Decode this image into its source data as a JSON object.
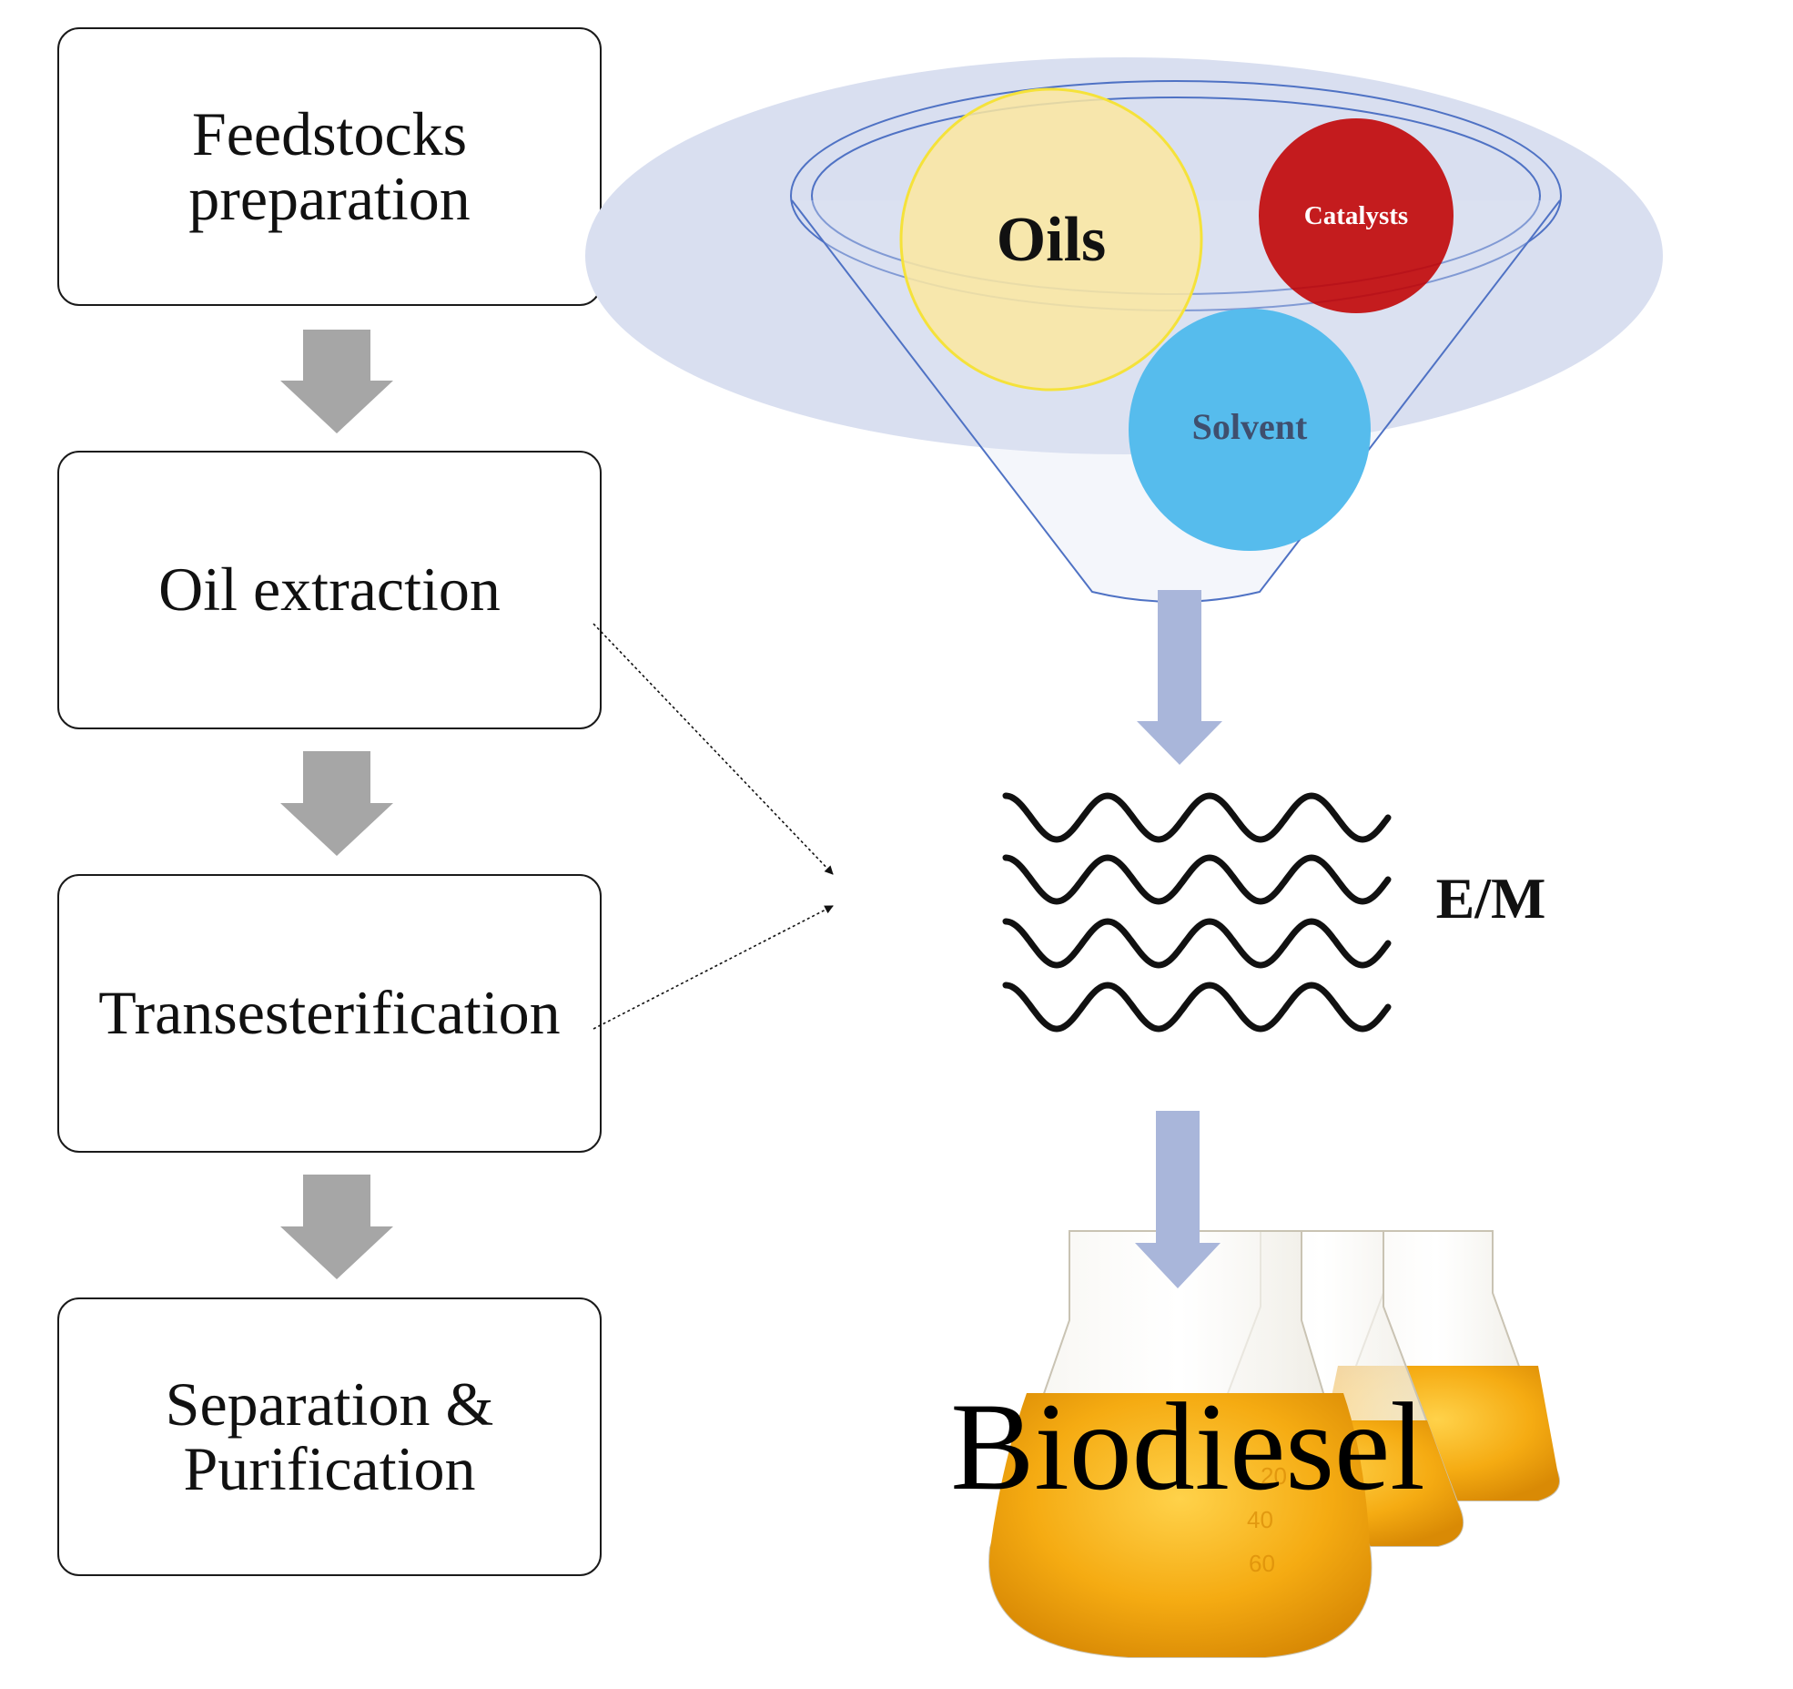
{
  "steps": [
    {
      "label": "Feedstocks\npreparation"
    },
    {
      "label": "Oil extraction"
    },
    {
      "label": "Transesterification"
    },
    {
      "label": "Separation &\nPurification"
    }
  ],
  "funnel": {
    "oils": "Oils",
    "catalysts": "Catalysts",
    "solvent": "Solvent"
  },
  "process_label": "E/M",
  "product_label": "Biodiesel",
  "flask_markings": [
    "20",
    "40",
    "60"
  ],
  "colors": {
    "step_arrow": "#a6a6a6",
    "flow_arrow": "#a9b6da",
    "ellipse": "#d9dff0",
    "oils_circle": "#fbe7a0",
    "oils_stroke": "#f5e23a",
    "catalysts_circle": "#c00000",
    "solvent_circle": "#56bced",
    "oil_liquid": "#f2a90c",
    "funnel_line": "#4f72c4"
  }
}
